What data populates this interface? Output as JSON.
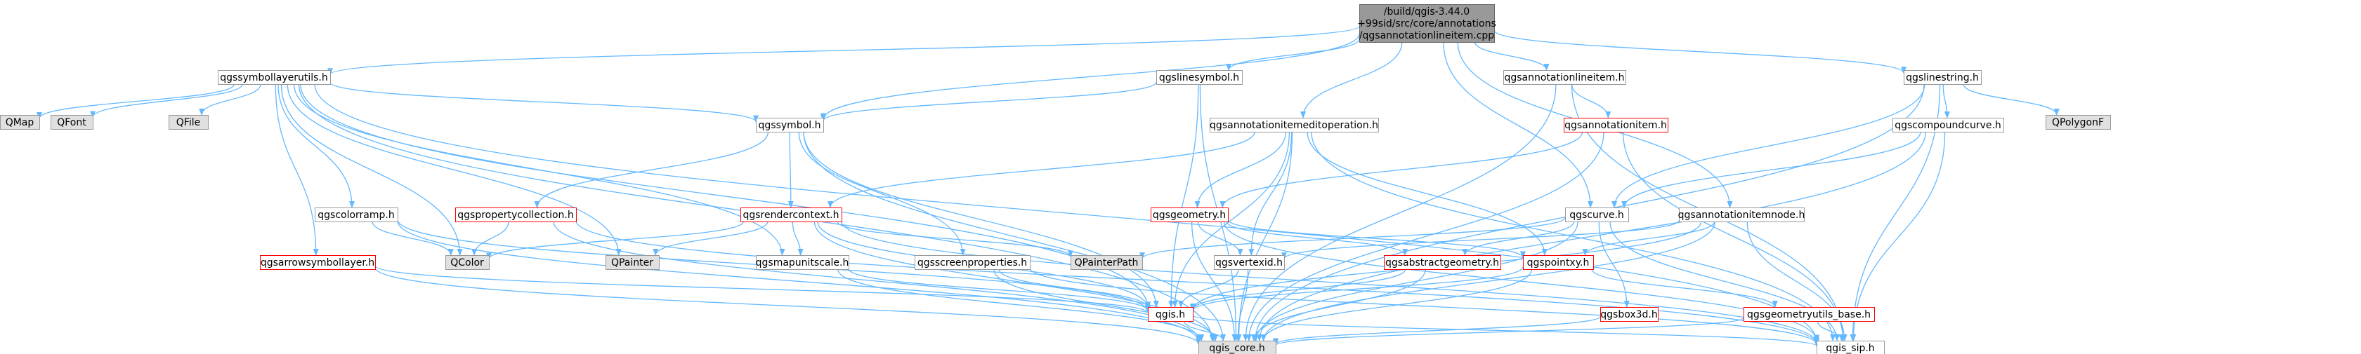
{
  "colors": {
    "edge": "#63b8ff",
    "node_border": "#999999",
    "node_fill": "#ffffff",
    "root_fill": "#999999",
    "root_border": "#666666",
    "external_fill": "#e0e0e0",
    "external_border": "#999999",
    "incomplete_border": "#ff0000"
  },
  "diagram": {
    "nodes": [
      {
        "id": "root",
        "lines": [
          "/build/qgis-3.44.0",
          "+99sid/src/core/annotations",
          "/qgsannotationlineitem.cpp"
        ],
        "style": "root"
      },
      {
        "id": "qgssymbollayerutils",
        "lines": [
          "qgssymbollayerutils.h"
        ],
        "style": "normal"
      },
      {
        "id": "qgslinesymbol",
        "lines": [
          "qgslinesymbol.h"
        ],
        "style": "normal"
      },
      {
        "id": "qgsannotationlineitem",
        "lines": [
          "qgsannotationlineitem.h"
        ],
        "style": "normal"
      },
      {
        "id": "qgslinestring",
        "lines": [
          "qgslinestring.h"
        ],
        "style": "normal"
      },
      {
        "id": "QMap",
        "lines": [
          "QMap"
        ],
        "style": "external"
      },
      {
        "id": "QFont",
        "lines": [
          "QFont"
        ],
        "style": "external"
      },
      {
        "id": "QFile",
        "lines": [
          "QFile"
        ],
        "style": "external"
      },
      {
        "id": "qgssymbol",
        "lines": [
          "qgssymbol.h"
        ],
        "style": "normal"
      },
      {
        "id": "qgsannotationitemeditoperation",
        "lines": [
          "qgsannotationitemeditoperation.h"
        ],
        "style": "normal"
      },
      {
        "id": "qgsannotationitem",
        "lines": [
          "qgsannotationitem.h"
        ],
        "style": "incomplete"
      },
      {
        "id": "qgscompoundcurve",
        "lines": [
          "qgscompoundcurve.h"
        ],
        "style": "normal"
      },
      {
        "id": "QPolygonF",
        "lines": [
          "QPolygonF"
        ],
        "style": "external"
      },
      {
        "id": "qgscolorramp",
        "lines": [
          "qgscolorramp.h"
        ],
        "style": "normal"
      },
      {
        "id": "qgspropertycollection",
        "lines": [
          "qgspropertycollection.h"
        ],
        "style": "incomplete"
      },
      {
        "id": "qgsrendercontext",
        "lines": [
          "qgsrendercontext.h"
        ],
        "style": "incomplete"
      },
      {
        "id": "qgsgeometry",
        "lines": [
          "qgsgeometry.h"
        ],
        "style": "incomplete"
      },
      {
        "id": "qgscurve",
        "lines": [
          "qgscurve.h"
        ],
        "style": "normal"
      },
      {
        "id": "qgsannotationitemnode",
        "lines": [
          "qgsannotationitemnode.h"
        ],
        "style": "normal"
      },
      {
        "id": "qgsarrowsymbollayer",
        "lines": [
          "qgsarrowsymbollayer.h"
        ],
        "style": "incomplete"
      },
      {
        "id": "QColor",
        "lines": [
          "QColor"
        ],
        "style": "external"
      },
      {
        "id": "QPainter",
        "lines": [
          "QPainter"
        ],
        "style": "external"
      },
      {
        "id": "qgsmapunitscale",
        "lines": [
          "qgsmapunitscale.h"
        ],
        "style": "normal"
      },
      {
        "id": "qgsscreenproperties",
        "lines": [
          "qgsscreenproperties.h"
        ],
        "style": "normal"
      },
      {
        "id": "QPainterPath",
        "lines": [
          "QPainterPath"
        ],
        "style": "external"
      },
      {
        "id": "qgsvertexid",
        "lines": [
          "qgsvertexid.h"
        ],
        "style": "normal"
      },
      {
        "id": "qgsabstractgeometry",
        "lines": [
          "qgsabstractgeometry.h"
        ],
        "style": "incomplete"
      },
      {
        "id": "qgspointxy",
        "lines": [
          "qgspointxy.h"
        ],
        "style": "incomplete"
      },
      {
        "id": "qgis",
        "lines": [
          "qgis.h"
        ],
        "style": "incomplete"
      },
      {
        "id": "qgsbox3d",
        "lines": [
          "qgsbox3d.h"
        ],
        "style": "incomplete"
      },
      {
        "id": "qgsgeometryutils_base",
        "lines": [
          "qgsgeometryutils_base.h"
        ],
        "style": "incomplete"
      },
      {
        "id": "qgis_core",
        "lines": [
          "qgis_core.h"
        ],
        "style": "external"
      },
      {
        "id": "qgis_sip",
        "lines": [
          "qgis_sip.h"
        ],
        "style": "normal"
      }
    ],
    "edges": [
      [
        "root",
        "qgssymbollayerutils"
      ],
      [
        "root",
        "qgslinesymbol"
      ],
      [
        "root",
        "qgsannotationlineitem"
      ],
      [
        "root",
        "qgslinestring"
      ],
      [
        "root",
        "qgssymbol"
      ],
      [
        "root",
        "qgsannotationitemeditoperation"
      ],
      [
        "root",
        "qgscurve"
      ],
      [
        "root",
        "qgsannotationitemnode"
      ],
      [
        "qgssymbollayerutils",
        "QMap"
      ],
      [
        "qgssymbollayerutils",
        "QFont"
      ],
      [
        "qgssymbollayerutils",
        "QFile"
      ],
      [
        "qgssymbollayerutils",
        "qgssymbol"
      ],
      [
        "qgssymbollayerutils",
        "qgscolorramp"
      ],
      [
        "qgssymbollayerutils",
        "qgsarrowsymbollayer"
      ],
      [
        "qgssymbollayerutils",
        "QColor"
      ],
      [
        "qgssymbollayerutils",
        "QPainter"
      ],
      [
        "qgssymbollayerutils",
        "qgsmapunitscale"
      ],
      [
        "qgssymbollayerutils",
        "qgis"
      ],
      [
        "qgssymbollayerutils",
        "qgis_core"
      ],
      [
        "qgssymbollayerutils",
        "qgis_sip"
      ],
      [
        "qgslinesymbol",
        "qgssymbol"
      ],
      [
        "qgslinesymbol",
        "qgis"
      ],
      [
        "qgslinesymbol",
        "qgis_core"
      ],
      [
        "qgsannotationlineitem",
        "qgsannotationitem"
      ],
      [
        "qgsannotationlineitem",
        "qgis_core"
      ],
      [
        "qgsannotationlineitem",
        "qgis_sip"
      ],
      [
        "qgslinestring",
        "qgscurve"
      ],
      [
        "qgslinestring",
        "qgscompoundcurve"
      ],
      [
        "qgslinestring",
        "QPolygonF"
      ],
      [
        "qgslinestring",
        "qgis_core"
      ],
      [
        "qgslinestring",
        "qgis_sip"
      ],
      [
        "qgssymbol",
        "qgspropertycollection"
      ],
      [
        "qgssymbol",
        "qgsrendercontext"
      ],
      [
        "qgssymbol",
        "qgsscreenproperties"
      ],
      [
        "qgssymbol",
        "qgis"
      ],
      [
        "qgssymbol",
        "qgis_core"
      ],
      [
        "qgsannotationitemeditoperation",
        "qgsrendercontext"
      ],
      [
        "qgsannotationitemeditoperation",
        "qgsgeometry"
      ],
      [
        "qgsannotationitemeditoperation",
        "qgsvertexid"
      ],
      [
        "qgsannotationitemeditoperation",
        "qgspointxy"
      ],
      [
        "qgsannotationitemeditoperation",
        "qgis"
      ],
      [
        "qgsannotationitemeditoperation",
        "qgis_core"
      ],
      [
        "qgsannotationitemeditoperation",
        "qgis_sip"
      ],
      [
        "qgsannotationitem",
        "qgsgeometry"
      ],
      [
        "qgsannotationitem",
        "qgis_core"
      ],
      [
        "qgsannotationitem",
        "qgis_sip"
      ],
      [
        "qgscompoundcurve",
        "qgscurve"
      ],
      [
        "qgscompoundcurve",
        "qgis_core"
      ],
      [
        "qgscompoundcurve",
        "qgis_sip"
      ],
      [
        "qgscolorramp",
        "QColor"
      ],
      [
        "qgscolorramp",
        "qgis"
      ],
      [
        "qgscolorramp",
        "qgis_core"
      ],
      [
        "qgspropertycollection",
        "QColor"
      ],
      [
        "qgspropertycollection",
        "qgis_core"
      ],
      [
        "qgspropertycollection",
        "qgis_sip"
      ],
      [
        "qgsrendercontext",
        "QColor"
      ],
      [
        "qgsrendercontext",
        "QPainter"
      ],
      [
        "qgsrendercontext",
        "qgsmapunitscale"
      ],
      [
        "qgsrendercontext",
        "QPainterPath"
      ],
      [
        "qgsrendercontext",
        "qgis"
      ],
      [
        "qgsrendercontext",
        "qgis_core"
      ],
      [
        "qgsrendercontext",
        "qgis_sip"
      ],
      [
        "qgsgeometry",
        "qgsvertexid"
      ],
      [
        "qgsgeometry",
        "qgsabstractgeometry"
      ],
      [
        "qgsgeometry",
        "qgspointxy"
      ],
      [
        "qgsgeometry",
        "qgis_core"
      ],
      [
        "qgsgeometry",
        "qgis_sip"
      ],
      [
        "qgscurve",
        "QPainterPath"
      ],
      [
        "qgscurve",
        "qgsabstractgeometry"
      ],
      [
        "qgscurve",
        "qgsbox3d"
      ],
      [
        "qgscurve",
        "qgis_core"
      ],
      [
        "qgscurve",
        "qgis_sip"
      ],
      [
        "qgsannotationitemnode",
        "qgsvertexid"
      ],
      [
        "qgsannotationitemnode",
        "qgspointxy"
      ],
      [
        "qgsannotationitemnode",
        "qgis"
      ],
      [
        "qgsannotationitemnode",
        "qgis_core"
      ],
      [
        "qgsannotationitemnode",
        "qgis_sip"
      ],
      [
        "qgsarrowsymbollayer",
        "qgis"
      ],
      [
        "qgsarrowsymbollayer",
        "qgis_core"
      ],
      [
        "qgsmapunitscale",
        "qgis"
      ],
      [
        "qgsmapunitscale",
        "qgis_core"
      ],
      [
        "qgsscreenproperties",
        "qgis"
      ],
      [
        "qgsscreenproperties",
        "qgis_core"
      ],
      [
        "qgsscreenproperties",
        "qgis_sip"
      ],
      [
        "qgsvertexid",
        "qgis"
      ],
      [
        "qgsvertexid",
        "qgis_core"
      ],
      [
        "qgsabstractgeometry",
        "qgis"
      ],
      [
        "qgsabstractgeometry",
        "qgis_core"
      ],
      [
        "qgspointxy",
        "qgis"
      ],
      [
        "qgspointxy",
        "qgsgeometryutils_base"
      ],
      [
        "qgspointxy",
        "qgis_core"
      ],
      [
        "qgis",
        "qgis_core"
      ],
      [
        "qgis",
        "qgis_sip"
      ],
      [
        "qgsbox3d",
        "qgis_core"
      ],
      [
        "qgsgeometryutils_base",
        "qgis_core"
      ],
      [
        "qgsgeometryutils_base",
        "qgis_sip"
      ]
    ]
  }
}
